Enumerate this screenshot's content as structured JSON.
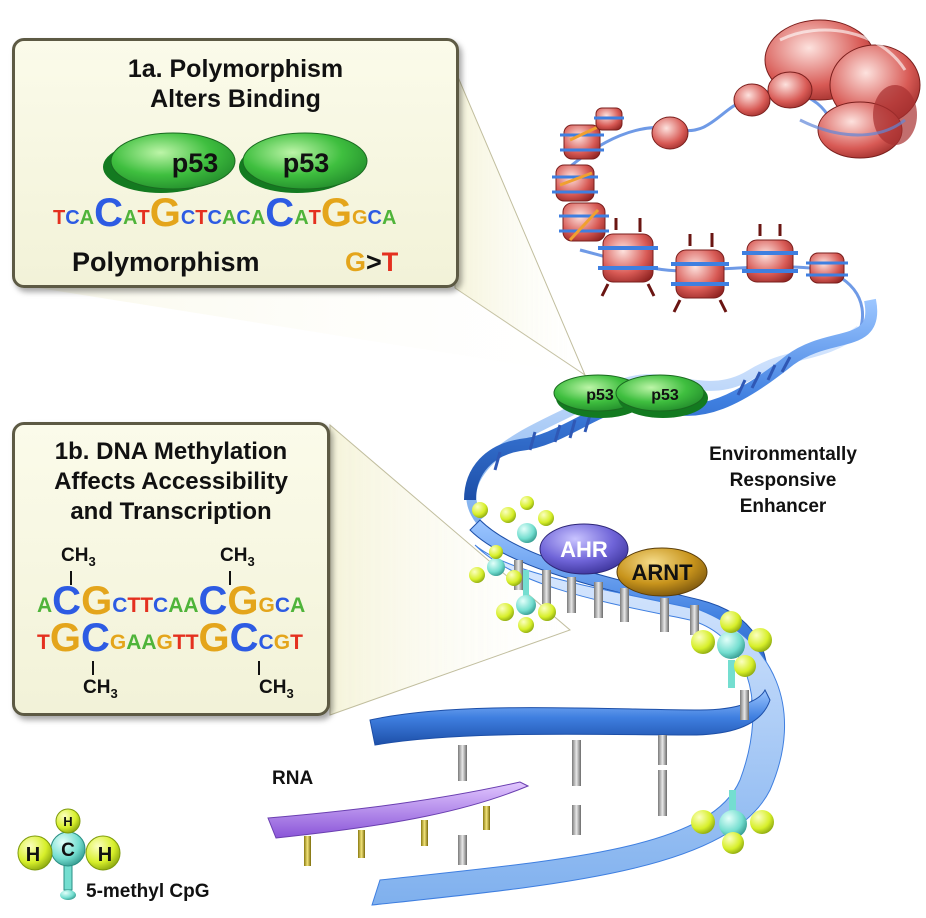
{
  "panel_1a": {
    "title_line1": "1a. Polymorphism",
    "title_line2": "Alters Binding",
    "protein_left": "p53",
    "protein_right": "p53",
    "sequence": [
      {
        "b": "T",
        "big": false
      },
      {
        "b": "C",
        "big": false
      },
      {
        "b": "A",
        "big": false
      },
      {
        "b": "C",
        "big": true
      },
      {
        "b": "A",
        "big": false
      },
      {
        "b": "T",
        "big": false
      },
      {
        "b": "G",
        "big": true
      },
      {
        "b": "C",
        "big": false
      },
      {
        "b": "T",
        "big": false
      },
      {
        "b": "C",
        "big": false
      },
      {
        "b": "A",
        "big": false
      },
      {
        "b": "C",
        "big": false
      },
      {
        "b": "A",
        "big": false
      },
      {
        "b": "C",
        "big": true
      },
      {
        "b": "A",
        "big": false
      },
      {
        "b": "T",
        "big": false
      },
      {
        "b": "G",
        "big": true
      },
      {
        "b": "G",
        "big": false
      },
      {
        "b": "C",
        "big": false
      },
      {
        "b": "A",
        "big": false
      }
    ],
    "polymorphism_label": "Polymorphism",
    "allele_from": "G",
    "allele_sep": ">",
    "allele_to": "T"
  },
  "panel_1b": {
    "title_line1": "1b. DNA Methylation",
    "title_line2": "Affects Accessibility",
    "title_line3": "and Transcription",
    "methyl_label": "CH",
    "methyl_sub": "3",
    "top_strand": [
      {
        "b": "A",
        "big": false
      },
      {
        "b": "C",
        "big": true
      },
      {
        "b": "G",
        "big": true
      },
      {
        "b": "C",
        "big": false
      },
      {
        "b": "T",
        "big": false
      },
      {
        "b": "T",
        "big": false
      },
      {
        "b": "C",
        "big": false
      },
      {
        "b": "A",
        "big": false
      },
      {
        "b": "A",
        "big": false
      },
      {
        "b": "C",
        "big": true
      },
      {
        "b": "G",
        "big": true
      },
      {
        "b": "G",
        "big": false
      },
      {
        "b": "C",
        "big": false
      },
      {
        "b": "A",
        "big": false
      }
    ],
    "bottom_strand": [
      {
        "b": "T",
        "big": false
      },
      {
        "b": "G",
        "big": true
      },
      {
        "b": "C",
        "big": true
      },
      {
        "b": "G",
        "big": false
      },
      {
        "b": "A",
        "big": false
      },
      {
        "b": "A",
        "big": false
      },
      {
        "b": "G",
        "big": false
      },
      {
        "b": "T",
        "big": false
      },
      {
        "b": "T",
        "big": false
      },
      {
        "b": "G",
        "big": true
      },
      {
        "b": "C",
        "big": true
      },
      {
        "b": "C",
        "big": false
      },
      {
        "b": "G",
        "big": false
      },
      {
        "b": "T",
        "big": false
      }
    ]
  },
  "enhancer": {
    "p53_left": "p53",
    "p53_right": "p53",
    "label_line1": "Environmentally",
    "label_line2": "Responsive",
    "label_line3": "Enhancer"
  },
  "complex": {
    "ahr": "AHR",
    "arnt": "ARNT"
  },
  "rna_label": "RNA",
  "legend": {
    "h_top": "H",
    "h_left": "H",
    "h_right": "H",
    "c_center": "C",
    "label": "5-methyl CpG"
  },
  "colors": {
    "A": "#4fb43a",
    "C": "#2d5be3",
    "G": "#e4a51b",
    "T": "#e4301f",
    "p53": "#3fbf3f",
    "ahr": "#6f64d8",
    "arnt": "#c8941c",
    "dna_blue": "#3f7fe0",
    "nucleosome": "#d85a55",
    "methyl": "#d7ef2a"
  }
}
